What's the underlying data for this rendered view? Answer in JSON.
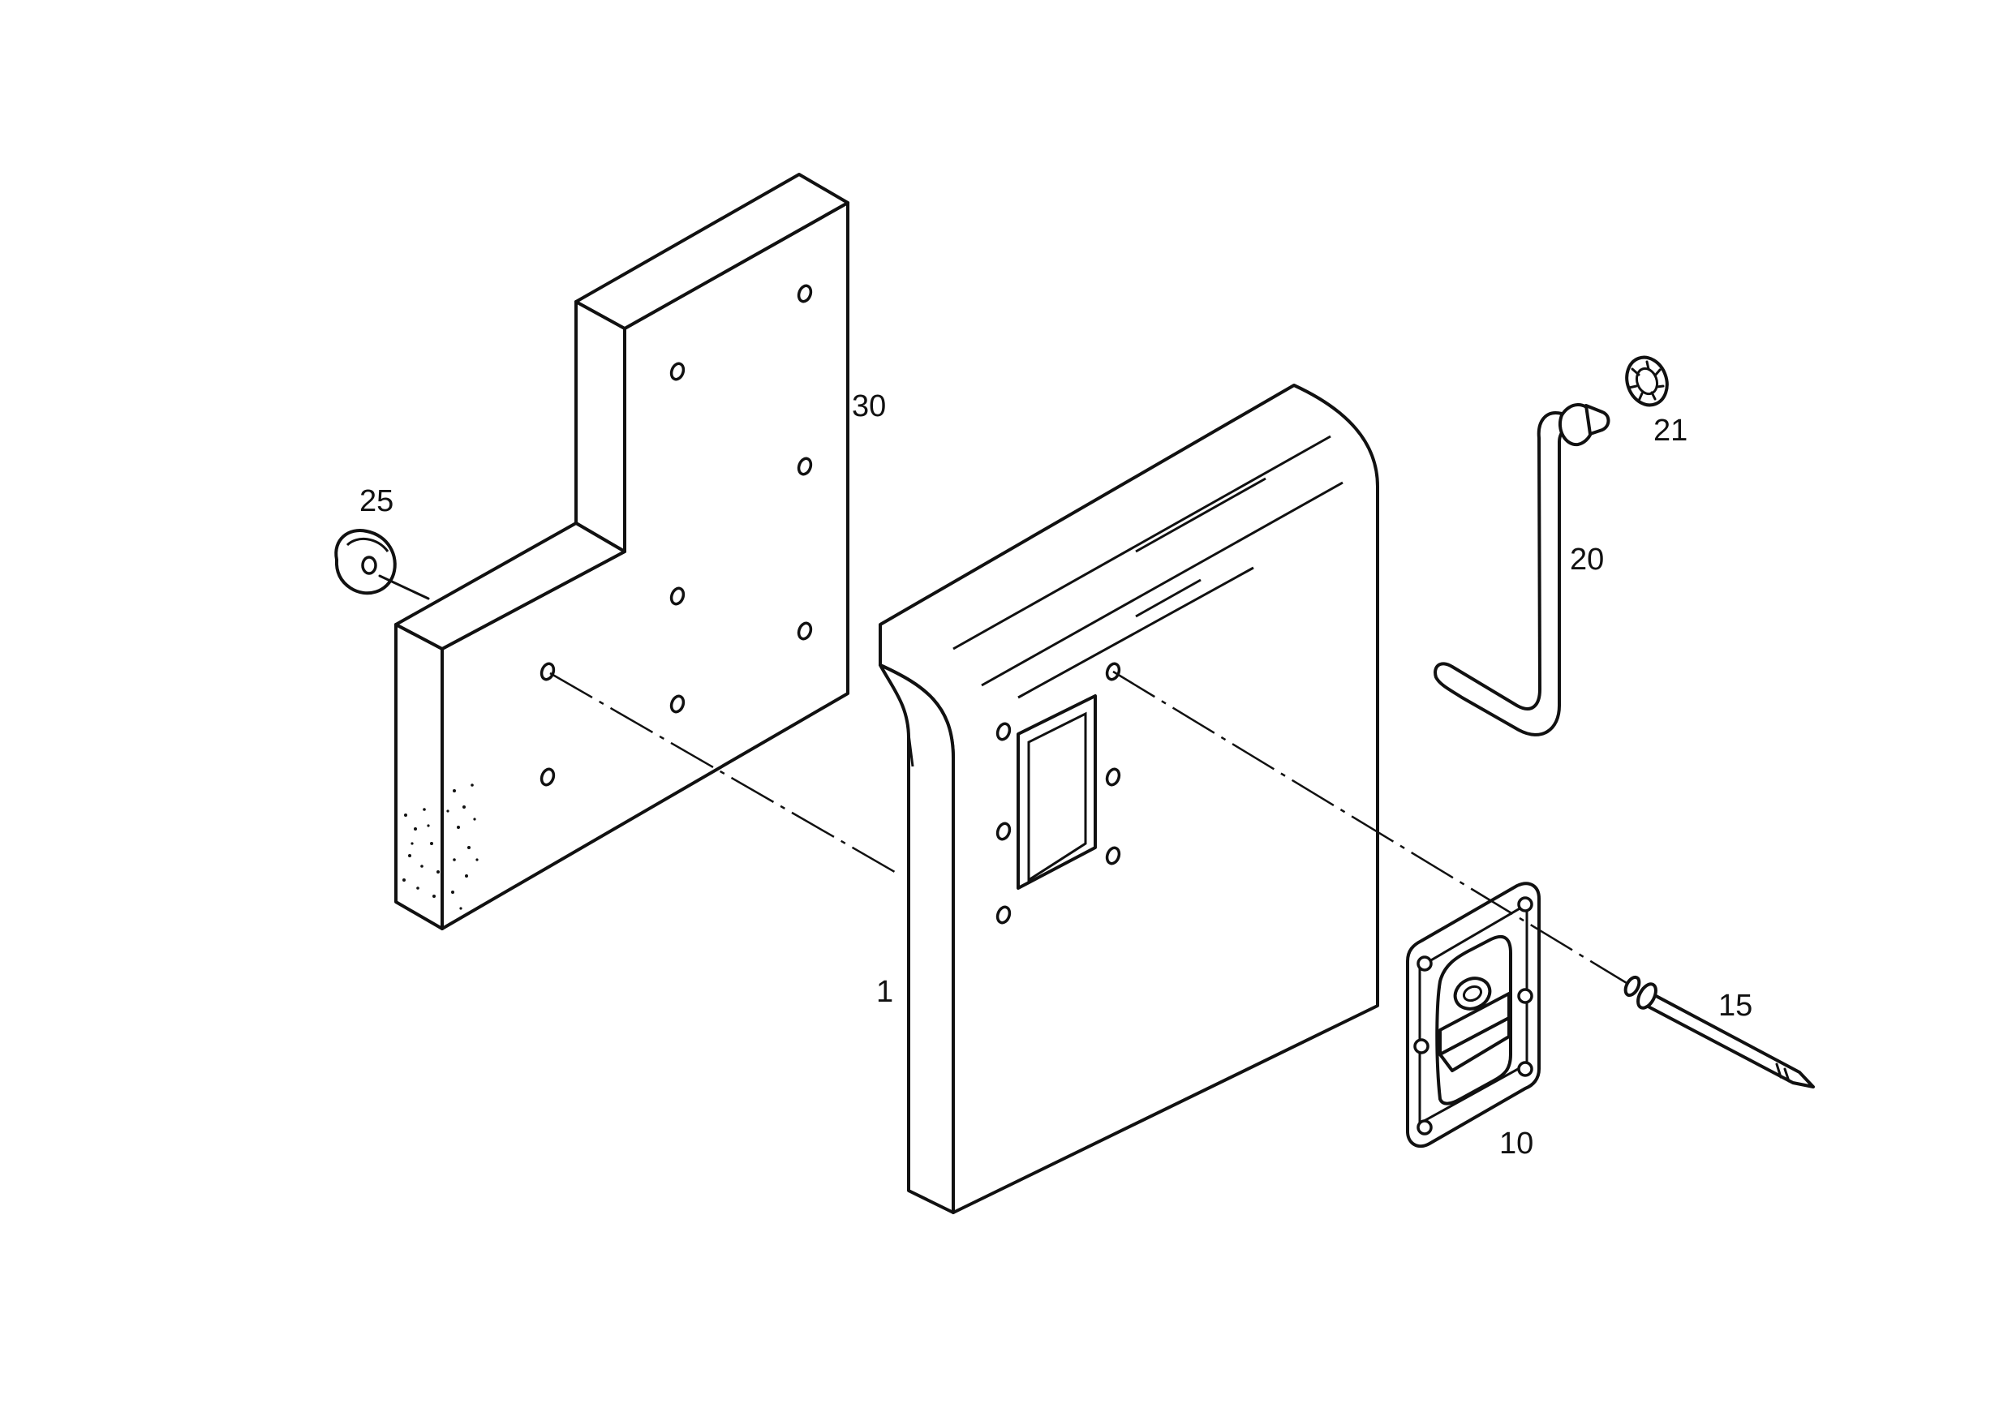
{
  "callouts": {
    "door_panel": "1",
    "latch_plate": "10",
    "pin": "15",
    "handle_rod": "20",
    "lock_washer": "21",
    "cap": "25",
    "insulation_block": "30"
  }
}
